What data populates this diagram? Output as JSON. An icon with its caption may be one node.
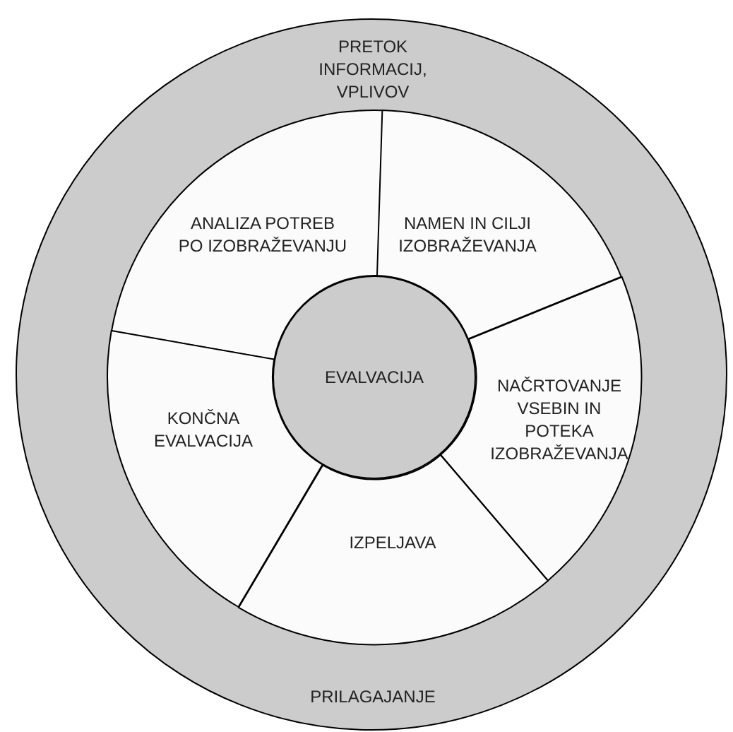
{
  "diagram": {
    "nodes": [
      {
        "text": [
          "PRETOK INFORMACIJ, VPLIVOV",
          "PRILAGAJANJE"
        ]
      },
      {
        "text": [
          "ANALIZA POTREB PO IZOBRAŽEVANJU"
        ],
        "in": 0
      },
      {
        "text": [
          "NAMEN IN CILJI IZOBRAŽEVANJA"
        ],
        "in": 0
      },
      {
        "text": [
          "NAČRTOVANJE VSEBIN IN POTEKA IZOBRAŽEVANJA"
        ],
        "in": 0
      },
      {
        "text": [
          "IZPELJAVA"
        ],
        "in": 0
      },
      {
        "text": [
          "KONČNA EVALVACIJA"
        ],
        "in": 0
      },
      {
        "text": [
          "EVALVACIJA"
        ],
        "in": 0
      }
    ]
  }
}
